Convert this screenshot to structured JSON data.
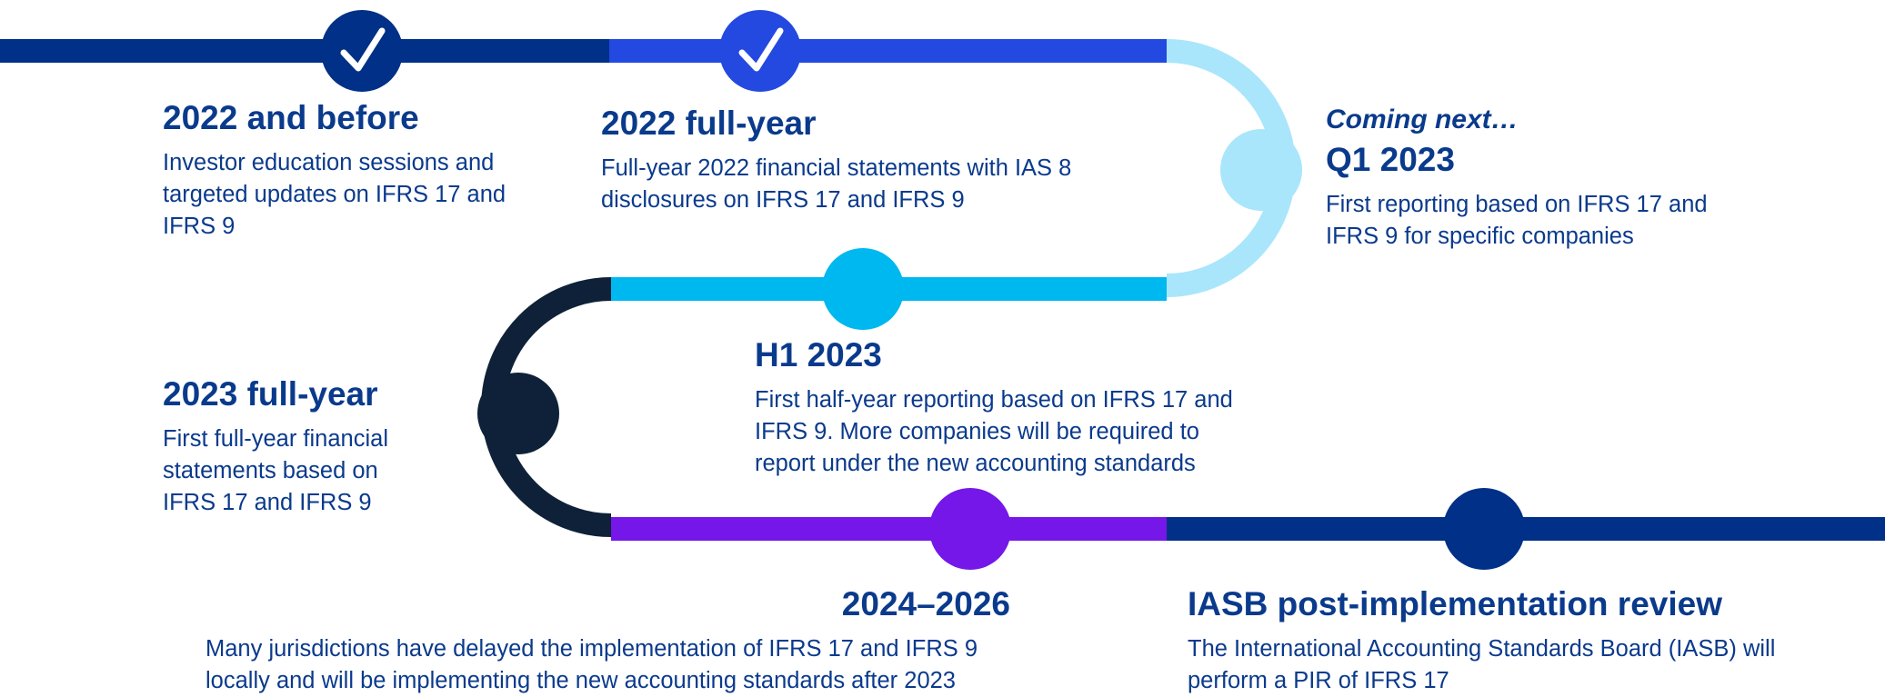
{
  "colors": {
    "navy": "#003087",
    "blue": "#2349e0",
    "light_blue": "#a9e6fb",
    "cyan": "#00b8f0",
    "dark_navy": "#0f2138",
    "purple": "#7417e8",
    "text": "#0a3a8c",
    "check": "#ffffff"
  },
  "milestones": [
    {
      "id": "2022-before",
      "title": "2022 and before",
      "description": "Investor education sessions and targeted updates on IFRS 17 and IFRS 9",
      "status": "completed",
      "icon": "check-icon"
    },
    {
      "id": "2022-full-year",
      "title": "2022 full-year",
      "description": "Full-year 2022 financial statements with IAS 8 disclosures on IFRS 17 and IFRS 9",
      "status": "completed",
      "icon": "check-icon"
    },
    {
      "id": "q1-2023",
      "kicker": "Coming next…",
      "title": "Q1 2023",
      "description": "First reporting based on IFRS 17 and IFRS 9 for specific companies",
      "status": "next"
    },
    {
      "id": "h1-2023",
      "title": "H1 2023",
      "description": "First half-year reporting based on IFRS 17 and IFRS 9. More companies will be required to report under the new accounting standards",
      "status": "upcoming"
    },
    {
      "id": "2023-full-year",
      "title": "2023 full-year",
      "description": "First full-year financial statements based on IFRS 17 and IFRS 9",
      "status": "upcoming"
    },
    {
      "id": "2024-2026",
      "title": "2024–2026",
      "description": "Many jurisdictions have delayed the implementation of IFRS 17 and IFRS 9 locally and will be implementing the new accounting standards after 2023",
      "status": "upcoming"
    },
    {
      "id": "iasb-pir",
      "title": "IASB post-implementation review",
      "description": "The International Accounting Standards Board (IASB) will perform a PIR of IFRS 17",
      "status": "upcoming"
    }
  ]
}
